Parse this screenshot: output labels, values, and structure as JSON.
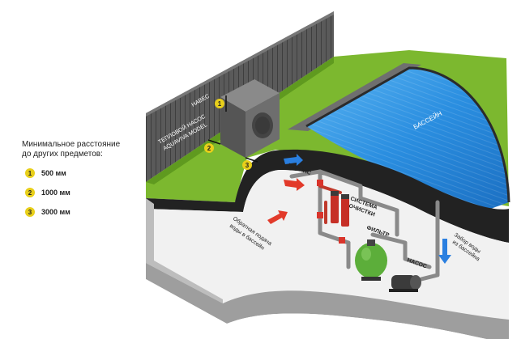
{
  "legend": {
    "title_line1": "Минимальное расстояние",
    "title_line2": "до других предметов:",
    "items": [
      {
        "num": "1",
        "label": "500 мм"
      },
      {
        "num": "2",
        "label": "1000 мм"
      },
      {
        "num": "3",
        "label": "3000 мм"
      }
    ]
  },
  "labels": {
    "canopy": "НАВЕС",
    "heat_pump_line1": "ТЕПЛОВОЙ НАСОС",
    "heat_pump_line2": "AQUAVIVA MODEL",
    "pool": "БАССЕЙН",
    "bypass": "БАЙПАС",
    "cleaning_line1": "СИСТЕМА",
    "cleaning_line2": "ОЧИСТКИ",
    "filter": "ФИЛЬТР",
    "pump": "НАСОС",
    "return_line1": "Обратная подача",
    "return_line2": "воды в бассейн",
    "intake_line1": "Забор воды",
    "intake_line2": "из бассейна"
  },
  "markers": {
    "m1": "1",
    "m2": "2",
    "m3": "3"
  },
  "colors": {
    "grass": "#7cb82f",
    "pool": "#2a8ee0",
    "badge": "#e8cf1a",
    "arrow_red": "#e23a2a",
    "arrow_blue": "#2a7fe0"
  }
}
